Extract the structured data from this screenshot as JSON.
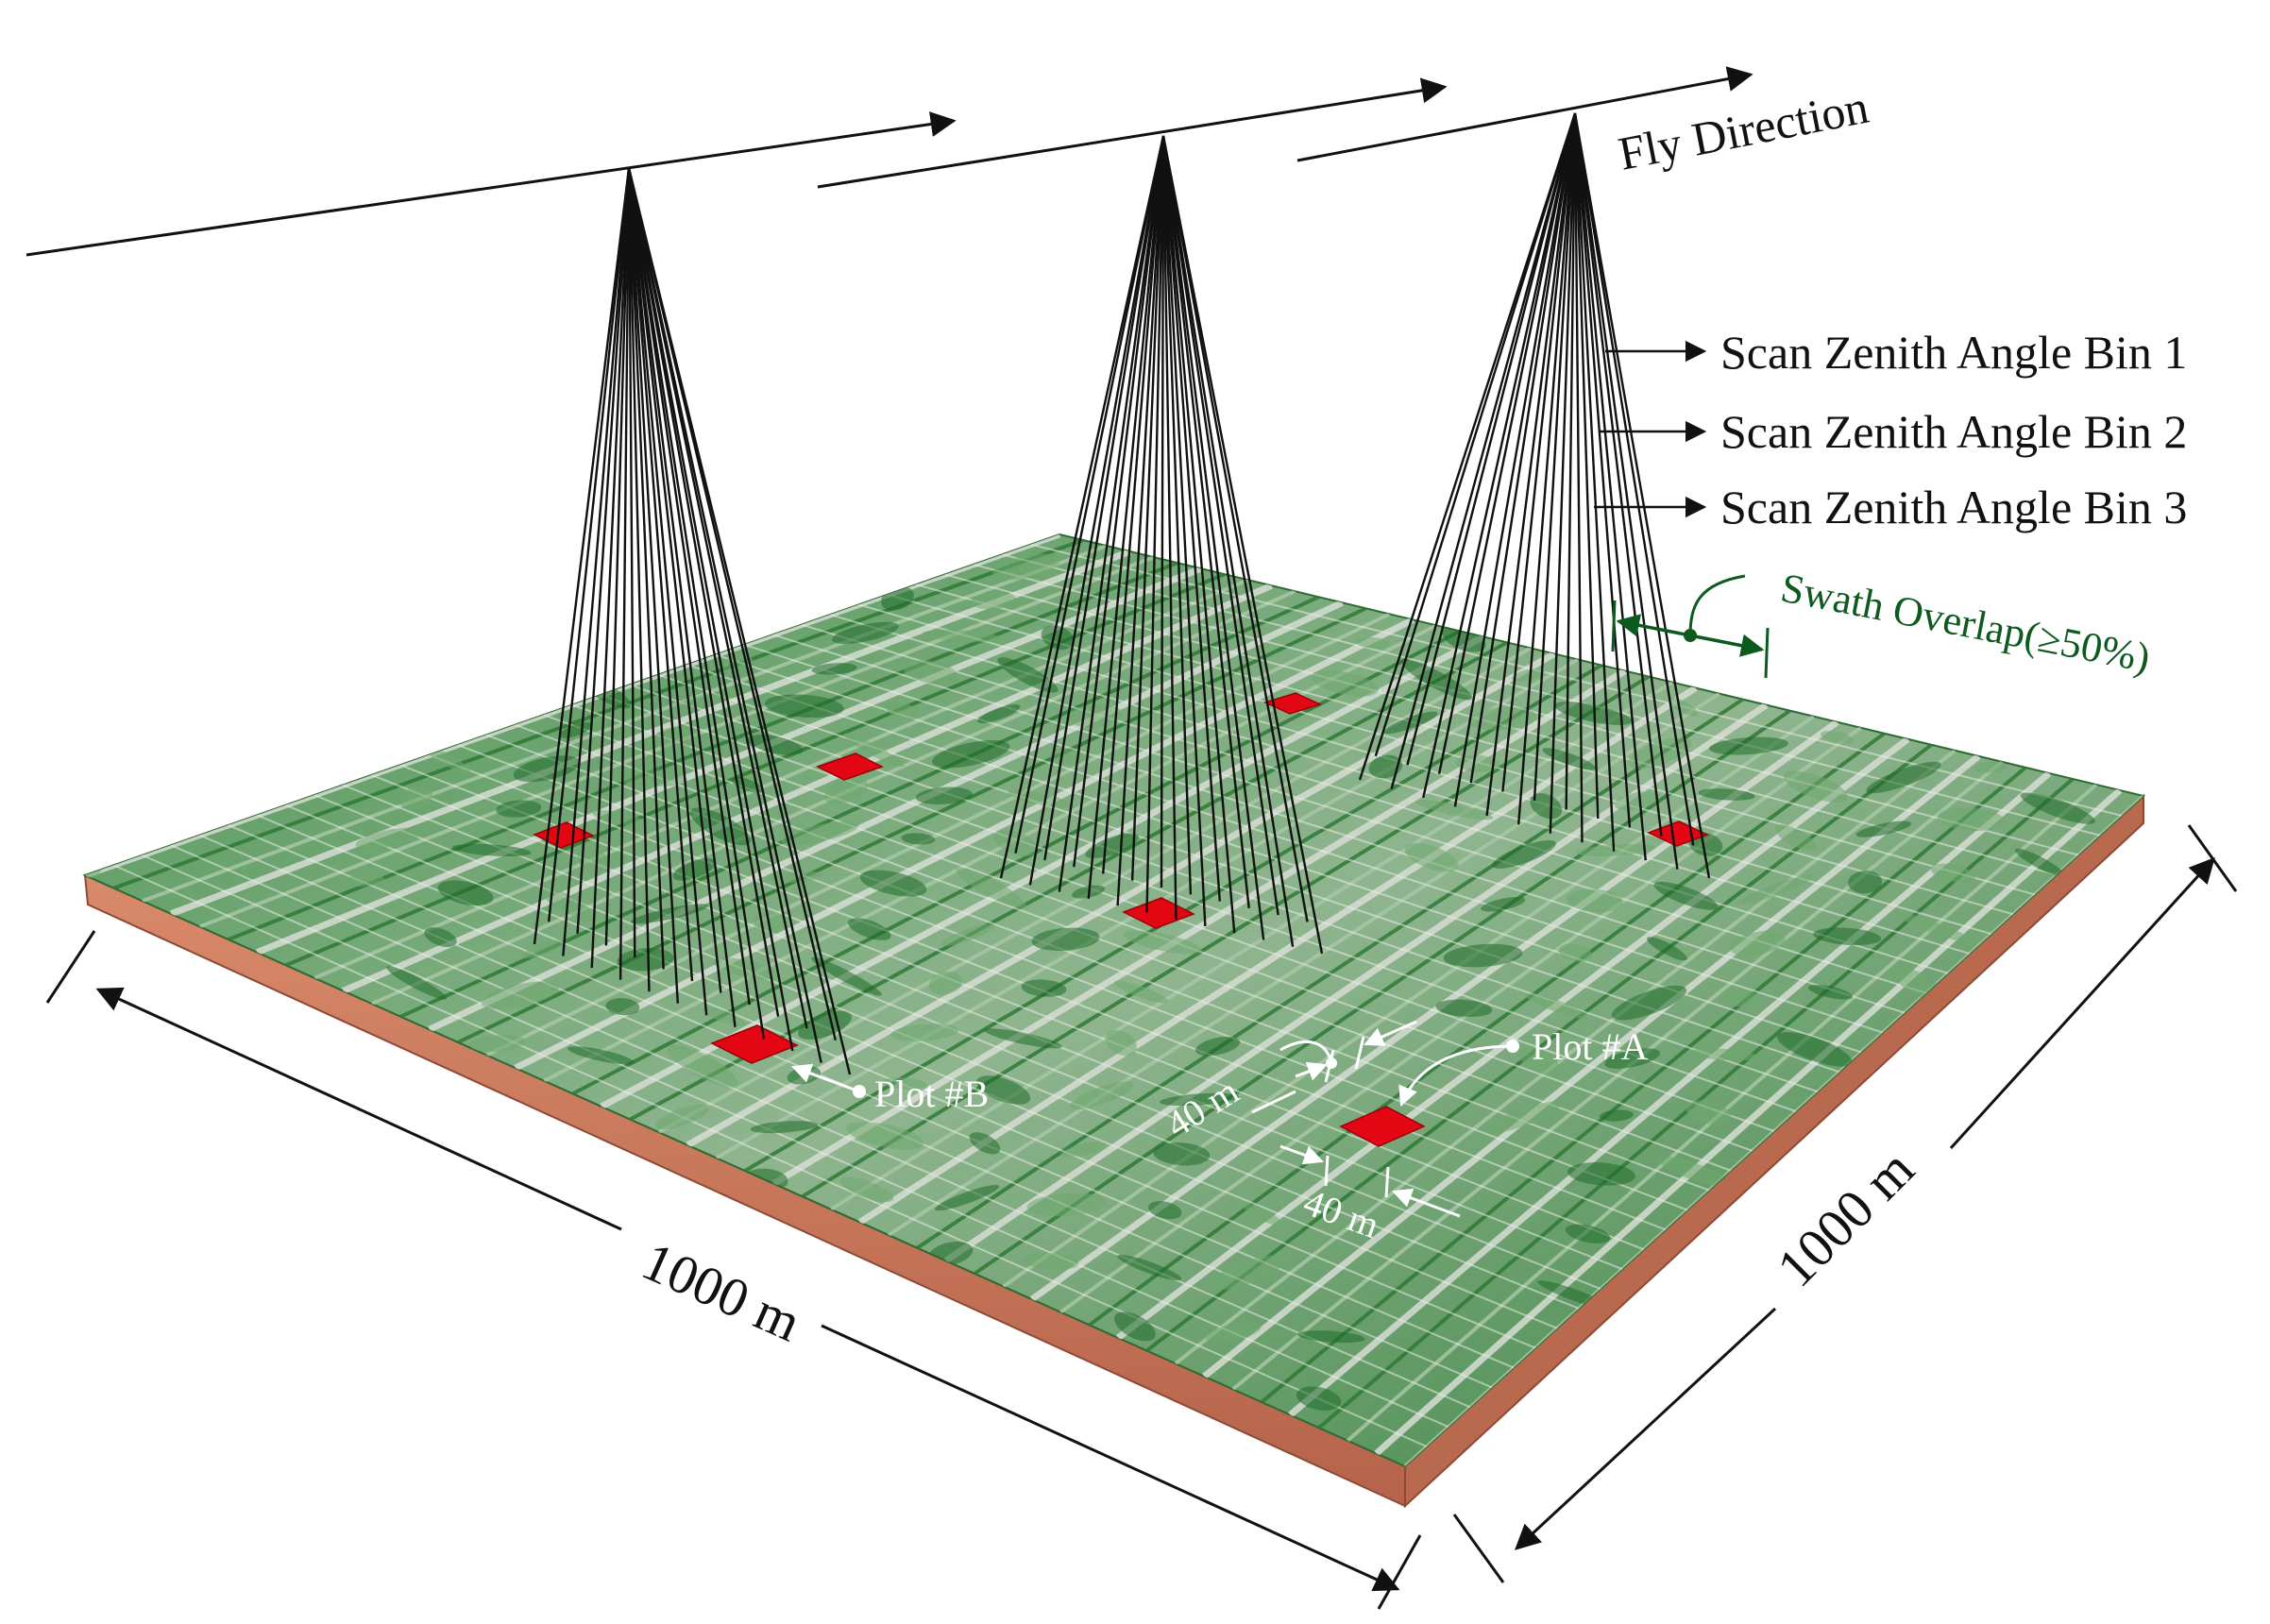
{
  "labels": {
    "fly_direction": "Fly Direction",
    "bin1": "Scan Zenith Angle Bin 1",
    "bin2": "Scan Zenith Angle Bin 2",
    "bin3": "Scan Zenith Angle Bin 3",
    "swath_overlap": "Swath Overlap(≥50%)",
    "plot_a": "Plot #A",
    "plot_b": "Plot #B",
    "plot_size_1": "40 m",
    "plot_size_2": "40 m",
    "extent_left": "1000 m",
    "extent_right": "1000 m"
  },
  "colors": {
    "canopy": "#3f8a45",
    "canopy_light": "#cfd6cc",
    "soil": "#c97a5b",
    "plot": "#e30613",
    "overlap": "#0d5a1f"
  }
}
